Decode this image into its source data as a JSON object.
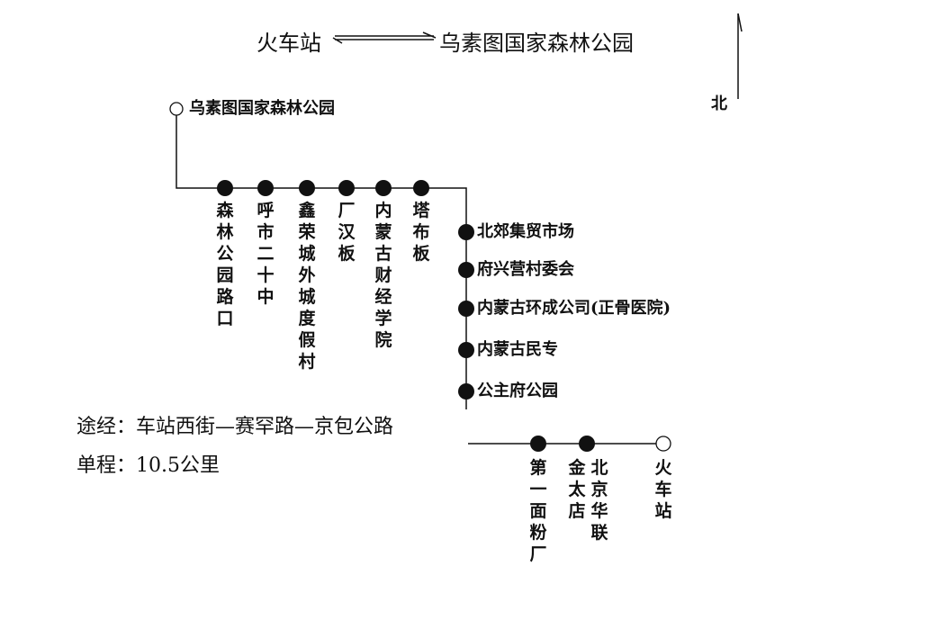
{
  "title": {
    "from": "火车站",
    "to": "乌素图国家森林公园"
  },
  "north_label": "北",
  "start_stop": "乌素图国家森林公园",
  "top_stops": [
    "森林公园路口",
    "呼市二十中",
    "鑫荣城外城度假村",
    "厂汉板",
    "内蒙古财经学院",
    "塔布板"
  ],
  "right_stops": [
    "北郊集贸市场",
    "府兴营村委会",
    "内蒙古环成公司(正骨医院)",
    "内蒙古民专",
    "公主府公园"
  ],
  "bottom_stops": [
    "第一面粉厂",
    "金太店",
    "北京华联"
  ],
  "end_stop": "火车站",
  "route": "途经：车站西街—赛罕路—京包公路",
  "distance": "单程：10.5公里"
}
